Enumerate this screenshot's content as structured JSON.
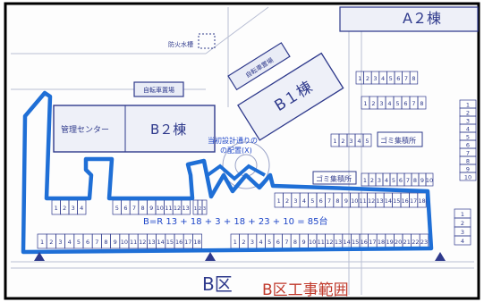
{
  "labels": {
    "building_a2": "A２棟",
    "building_b1": "B１棟",
    "building_b2": "B２棟",
    "management_center": "管理センター",
    "bicycle_shed_1": "自転車置場",
    "bicycle_shed_2": "自転車置場",
    "fire_cistern": "防火水槽",
    "garbage_1": "ゴミ集積所",
    "garbage_2": "ゴミ集積所",
    "district": "B区",
    "construction_area": "B区工事範囲"
  },
  "annotations": {
    "count_formula": "B=R 13 + 18 + 3 + 18 + 23 + 10 = 85台",
    "handwritten_note_1": "当初設計通りの",
    "handwritten_note_2": "の配置(X)"
  },
  "parking_rows": {
    "bottom_left": [
      "1",
      "2",
      "3",
      "4",
      "5",
      "6",
      "7",
      "8",
      "9",
      "10",
      "11",
      "12",
      "13",
      "14",
      "15",
      "16",
      "17",
      "18"
    ],
    "bottom_right": [
      "1",
      "2",
      "3",
      "4",
      "5",
      "6",
      "7",
      "8",
      "9",
      "10",
      "11",
      "12",
      "13",
      "14",
      "15",
      "16",
      "17",
      "18",
      "19",
      "20",
      "21",
      "22",
      "23"
    ],
    "mid_left_a": [
      "1",
      "2",
      "3",
      "4"
    ],
    "mid_left_b": [
      "5",
      "6",
      "7",
      "8",
      "9",
      "10",
      "11",
      "12",
      "13"
    ],
    "mid_center": [
      "1",
      "2",
      "3"
    ],
    "mid_right": [
      "1",
      "2",
      "3",
      "4",
      "5",
      "6",
      "7",
      "8",
      "9",
      "10",
      "11",
      "12",
      "13",
      "14",
      "15",
      "16",
      "17",
      "18"
    ],
    "top_row_right": [
      "1",
      "2",
      "3",
      "4",
      "5",
      "6",
      "7",
      "8"
    ],
    "row_right_small": [
      "1",
      "2",
      "3",
      "4",
      "5"
    ],
    "right_column": [
      "1",
      "2",
      "3",
      "4",
      "5",
      "6",
      "7",
      "8",
      "9",
      "10"
    ],
    "right_small_column": [
      "1",
      "2",
      "3",
      "4"
    ],
    "row_above_gomi": [
      "1",
      "2",
      "3",
      "4",
      "5",
      "6",
      "7",
      "8",
      "9",
      "10"
    ],
    "row_far_right": [
      "1",
      "2",
      "3",
      "4",
      "5",
      "6",
      "7",
      "8"
    ]
  },
  "colors": {
    "boundary": "#1f6fd6",
    "ink": "#2f3a8c",
    "red_text": "#c0392b",
    "handwriting": "#1e46c8"
  }
}
